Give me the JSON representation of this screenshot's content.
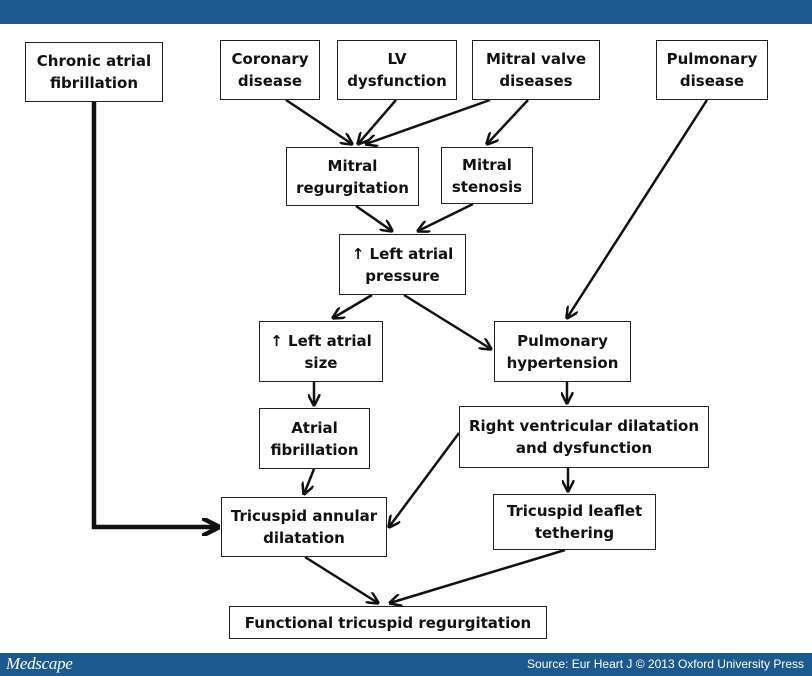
{
  "diagram": {
    "nodes": {
      "chronic_af": "Chronic atrial fibrillation",
      "coronary": "Coronary disease",
      "lv_dysfunction": "LV dysfunction",
      "mitral_valve_diseases": "Mitral valve diseases",
      "pulmonary_disease": "Pulmonary disease",
      "mitral_regurgitation": "Mitral regurgitation",
      "mitral_stenosis": "Mitral stenosis",
      "left_atrial_pressure": "↑ Left atrial pressure",
      "left_atrial_size": "↑ Left atrial size",
      "pulmonary_hypertension": "Pulmonary hypertension",
      "atrial_fibrillation": "Atrial fibrillation",
      "rv_dilatation": "Right ventricular dilatation and dysfunction",
      "tricuspid_annular": "Tricuspid annular dilatation",
      "tricuspid_leaflet": "Tricuspid leaflet tethering",
      "functional_tr": "Functional tricuspid regurgitation"
    },
    "edges": [
      [
        "coronary",
        "mitral_regurgitation"
      ],
      [
        "lv_dysfunction",
        "mitral_regurgitation"
      ],
      [
        "mitral_valve_diseases",
        "mitral_regurgitation"
      ],
      [
        "mitral_valve_diseases",
        "mitral_stenosis"
      ],
      [
        "mitral_regurgitation",
        "left_atrial_pressure"
      ],
      [
        "mitral_stenosis",
        "left_atrial_pressure"
      ],
      [
        "left_atrial_pressure",
        "left_atrial_size"
      ],
      [
        "left_atrial_pressure",
        "pulmonary_hypertension"
      ],
      [
        "pulmonary_disease",
        "pulmonary_hypertension"
      ],
      [
        "left_atrial_size",
        "atrial_fibrillation"
      ],
      [
        "pulmonary_hypertension",
        "rv_dilatation"
      ],
      [
        "atrial_fibrillation",
        "tricuspid_annular"
      ],
      [
        "rv_dilatation",
        "tricuspid_annular"
      ],
      [
        "rv_dilatation",
        "tricuspid_leaflet"
      ],
      [
        "tricuspid_annular",
        "functional_tr"
      ],
      [
        "tricuspid_leaflet",
        "functional_tr"
      ],
      [
        "chronic_af",
        "tricuspid_annular"
      ]
    ]
  },
  "footer": {
    "logo": "Medscape",
    "source": "Source: Eur Heart J © 2013 Oxford University Press"
  },
  "colors": {
    "bar": "#1c5a8e",
    "box_border": "#222222",
    "arrow": "#111111"
  }
}
